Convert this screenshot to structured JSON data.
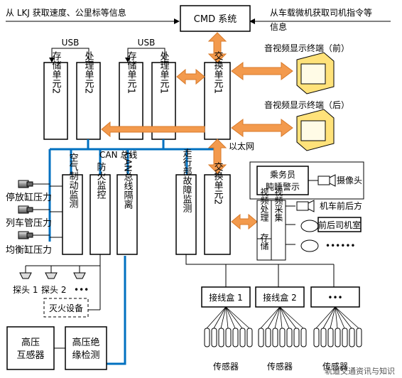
{
  "top_left_note": "从 LKJ 获取速度、公里标等信息",
  "top_right_note_l1": "从车载微机获取司机指令等",
  "top_right_note_l2": "信息",
  "cmd_system": "CMD 系统",
  "usb_1": "USB",
  "usb_2": "USB",
  "storage_unit_2": "存储单元2",
  "process_unit_2": "处理单元2",
  "storage_unit_1": "存储单元1",
  "process_unit_1": "处理单元1",
  "switch_unit_1": "交换单元1",
  "switch_unit_2": "交换单元2",
  "av_terminal_front": "音视频显示终端（前）",
  "av_terminal_rear": "音视频显示终端（后）",
  "can_bus_label": "CAN 总线",
  "ethernet_label": "以太网",
  "air_brake_monitor": "空气制动监测",
  "fire_monitor": "防火监控",
  "can_bus_isolation": "CAN总线隔离",
  "running_gear_monitor": "走行部故障监测",
  "crew_alert_l1": "乘务员",
  "crew_alert_l2": "盹睡警示",
  "camera_label": "摄像头",
  "video_processing": "视频处理",
  "video_capture": "视频采集",
  "storage": "存储",
  "loco_front_rear": "机车前后方",
  "driver_cab": "前后司机室",
  "camera_more": "••••••",
  "parking_cylinder_pressure": "停放缸压力",
  "train_pipe_pressure": "列车管压力",
  "equalizing_reservoir_pressure": "均衡缸压力",
  "probe_1": "探头 1",
  "probe_2": "探头 2",
  "probe_more": "•••",
  "fire_extinguisher": "灭火设备",
  "hv_transformer_l1": "高压",
  "hv_transformer_l2": "互感器",
  "hv_insulation_l1": "高压绝",
  "hv_insulation_l2": "缘检测",
  "junction_box_1": "接线盒 1",
  "junction_box_2": "接线盒 2",
  "junction_box_more": "•••",
  "sensor_1": "传感器",
  "sensor_2": "传感器",
  "sensor_3": "传感器",
  "watermark": "轨道交通资讯与知识",
  "colors": {
    "can_bus": "#0070c0",
    "arrow": "#f39a4d"
  }
}
